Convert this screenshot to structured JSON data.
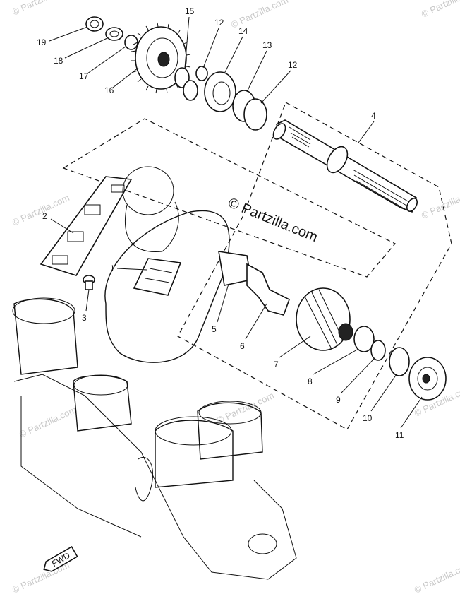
{
  "watermark": {
    "main": "© Partzilla.com",
    "faint": "© Partzilla.com"
  },
  "callouts": [
    "19",
    "18",
    "17",
    "16",
    "15",
    "12",
    "14",
    "13",
    "12",
    "4",
    "2",
    "1",
    "3",
    "5",
    "6",
    "7",
    "8",
    "9",
    "10",
    "11"
  ],
  "fwd_label": "FWD"
}
